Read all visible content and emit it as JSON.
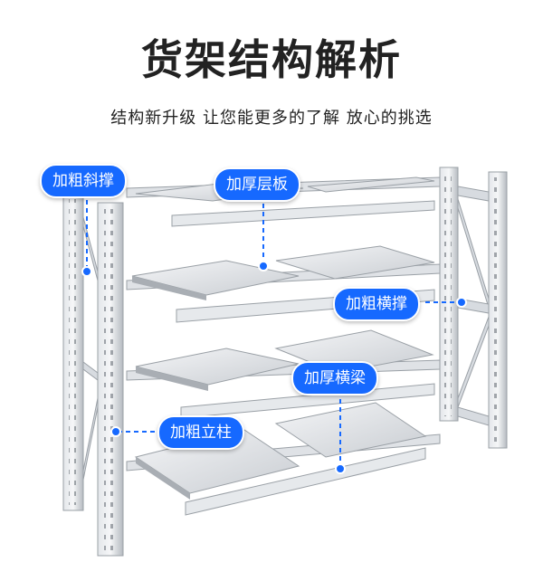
{
  "header": {
    "title": "货架结构解析",
    "subtitle": "结构新升级 让您能更多的了解 放心的挑选"
  },
  "callouts": {
    "cross_brace": "加粗斜撑",
    "shelf_board": "加厚层板",
    "horizontal_brace": "加粗横撑",
    "beam": "加厚横梁",
    "upright": "加粗立柱"
  },
  "colors": {
    "accent": "#1669ff",
    "steel": "#c8ccd1",
    "steel_dark": "#8e949b",
    "leader": "#1669ff"
  }
}
